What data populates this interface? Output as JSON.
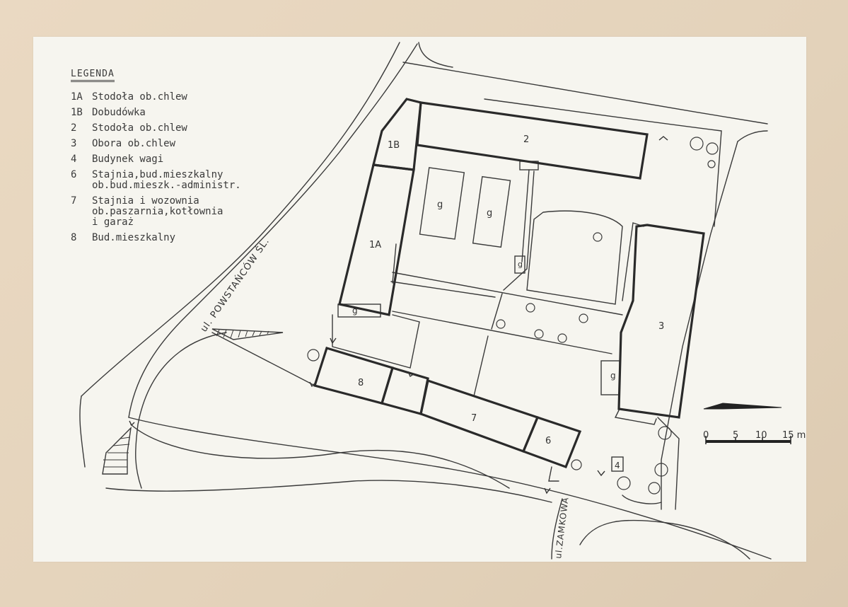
{
  "legend": {
    "title": "LEGENDA",
    "items": [
      {
        "code": "1A",
        "text": "Stodoła ob.chlew"
      },
      {
        "code": "1B",
        "text": "Dobudówka"
      },
      {
        "code": "2",
        "text": "Stodoła ob.chlew"
      },
      {
        "code": "3",
        "text": "Obora ob.chlew"
      },
      {
        "code": "4",
        "text": "Budynek wagi"
      },
      {
        "code": "6",
        "text": "Stajnia,bud.mieszkalny\nob.bud.mieszk.-administr."
      },
      {
        "code": "7",
        "text": "Stajnia i wozownia\nob.paszarnia,kotłownia\ni garaż"
      },
      {
        "code": "8",
        "text": "Bud.mieszkalny"
      }
    ]
  },
  "streets": {
    "powstancow": "ul. POWSTAŃCÓW ŚL.",
    "zamkowa": "ul.ZAMKOWA"
  },
  "buildings": {
    "b1A": "1A",
    "b1B": "1B",
    "b2": "2",
    "b3": "3",
    "b4": "4",
    "b6": "6",
    "b7": "7",
    "b8": "8",
    "garage": "g"
  },
  "scale": {
    "ticks": [
      "0",
      "5",
      "10",
      "15 m"
    ]
  },
  "colors": {
    "ink": "#2e2e2e",
    "paper": "#f6f5ef",
    "board": "#e8d9c4"
  }
}
